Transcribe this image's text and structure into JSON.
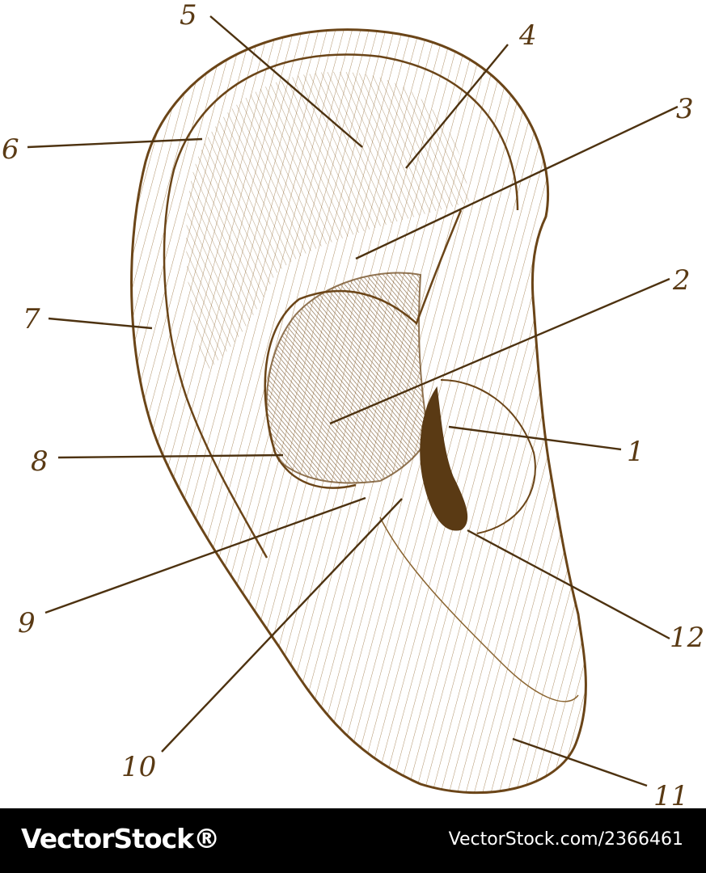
{
  "colors": {
    "ink": "#7a5420",
    "dark": "#5a3a14",
    "background": "#ffffff",
    "footer_bg": "#000000",
    "footer_text": "#ffffff"
  },
  "labels": [
    {
      "id": "1",
      "text": "1"
    },
    {
      "id": "2",
      "text": "2"
    },
    {
      "id": "3",
      "text": "3"
    },
    {
      "id": "4",
      "text": "4"
    },
    {
      "id": "5",
      "text": "5"
    },
    {
      "id": "6",
      "text": "6"
    },
    {
      "id": "7",
      "text": "7"
    },
    {
      "id": "8",
      "text": "8"
    },
    {
      "id": "9",
      "text": "9"
    },
    {
      "id": "10",
      "text": "10"
    },
    {
      "id": "11",
      "text": "11"
    },
    {
      "id": "12",
      "text": "12"
    }
  ],
  "footer": {
    "brand": "VectorStock®",
    "image_id": "VectorStock.com/2366461"
  }
}
